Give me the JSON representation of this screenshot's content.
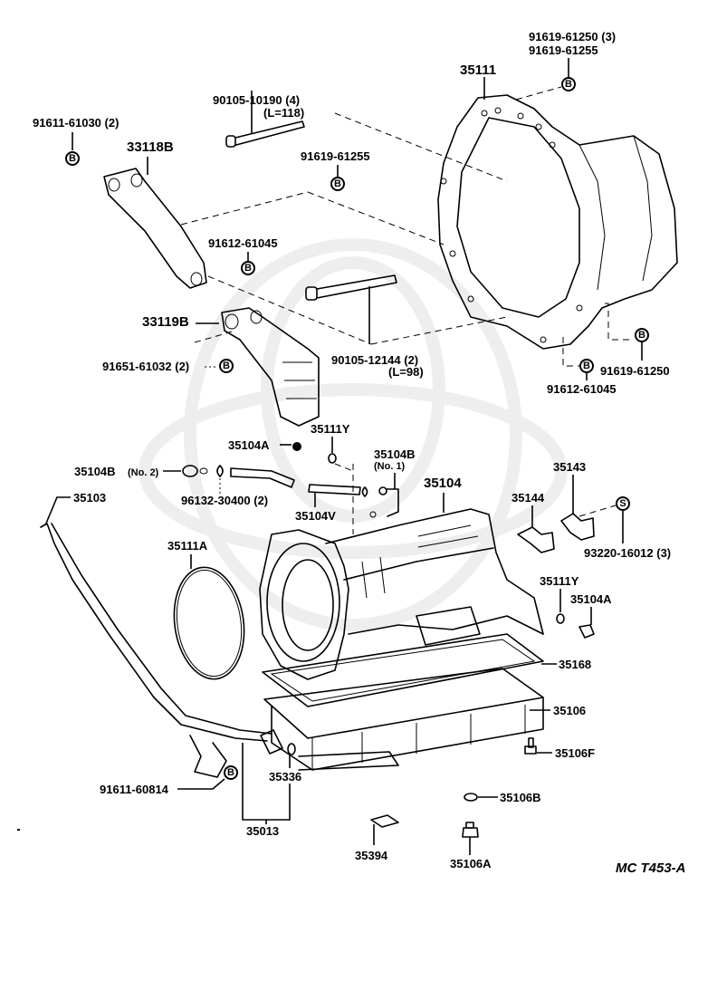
{
  "diagram": {
    "title_code": "MC  T453-A",
    "marker_legend": {
      "bolt_marker": "B",
      "stud_marker": "S"
    },
    "parts": {
      "p35111": "35111",
      "p91619_61250_3": "91619-61250 (3)",
      "p91619_61255_top": "91619-61255",
      "p90105_10190": "90105-10190 (4)",
      "p90105_10190_len": "(L=118)",
      "p91611_61030": "91611-61030 (2)",
      "p33118b": "33118B",
      "p91619_61255_mid": "91619-61255",
      "p91612_61045_left": "91612-61045",
      "p33119b": "33119B",
      "p91651_61032": "91651-61032 (2)",
      "p90105_12144": "90105-12144 (2)",
      "p90105_12144_len": "(L=98)",
      "p91619_61250_right": "91619-61250",
      "p91612_61045_right": "91612-61045",
      "p35104a_top": "35104A",
      "p35111y_top": "35111Y",
      "p35104b_no2": "35104B",
      "p35104b_no2_note": "(No. 2)",
      "p35104b_no1": "35104B",
      "p35104b_no1_note": "(No. 1)",
      "p96132_30400": "96132-30400 (2)",
      "p35103": "35103",
      "p35104v": "35104V",
      "p35104": "35104",
      "p35143": "35143",
      "p35144": "35144",
      "p93220_16012": "93220-16012 (3)",
      "p35111a": "35111A",
      "p35111y_right": "35111Y",
      "p35104a_right": "35104A",
      "p35168": "35168",
      "p35106": "35106",
      "p35106f": "35106F",
      "p91611_60814": "91611-60814",
      "p35336": "35336",
      "p35013": "35013",
      "p35106b": "35106B",
      "p35394": "35394",
      "p35106a": "35106A"
    }
  }
}
